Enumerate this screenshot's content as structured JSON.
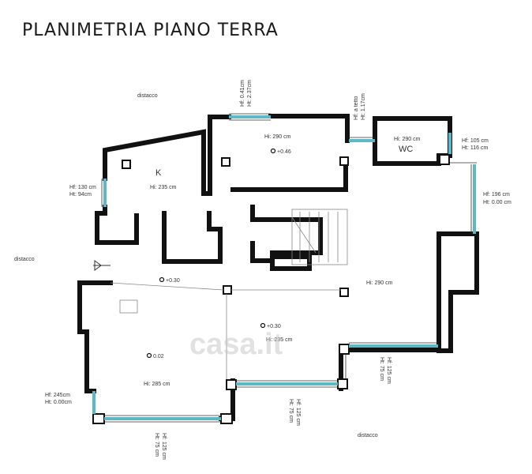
{
  "title": "PLANIMETRIA PIANO TERRA",
  "watermark": "casa.it",
  "labels": {
    "distacco": "distacco",
    "k": "K",
    "wc": "WC",
    "h290_top": "Hi: 290 cm",
    "h235_k": "Hi: 235 cm",
    "h290_wc": "Hi: 290 cm",
    "h290_right": "Hi: 290 cm",
    "h235_center": "Hi: 235 cm",
    "h285": "Hi: 285 cm",
    "lv_046": "+0.46",
    "lv_030a": "+0.30",
    "lv_030b": "+0.30",
    "lv_002": "0.02"
  },
  "windows": {
    "w1_h": "Hf: 0.41cm",
    "w1_ht": "Ht: 2.37cm",
    "w2_h": "Hf: a tetto",
    "w2_ht": "Ht: 1.17cm",
    "w3_h": "Hf: 105 cm",
    "w3_ht": "Ht: 116 cm",
    "w4_h": "Hf: 130 cm",
    "w4_ht": "Ht: 94cm",
    "w5_h": "Hf: 196 cm",
    "w5_ht": "Ht: 0.00 cm",
    "w6_h": "Hf: 245cm",
    "w6_ht": "Ht: 0.00cm",
    "w7_h": "Hf: 125 cm",
    "w7_ht": "Ht: 75 cm",
    "w8_h": "Hf: 125 cm",
    "w8_ht": "Ht: 75 cm",
    "w9_h": "Hf: 125 cm",
    "w9_ht": "Ht: 75 cm"
  }
}
